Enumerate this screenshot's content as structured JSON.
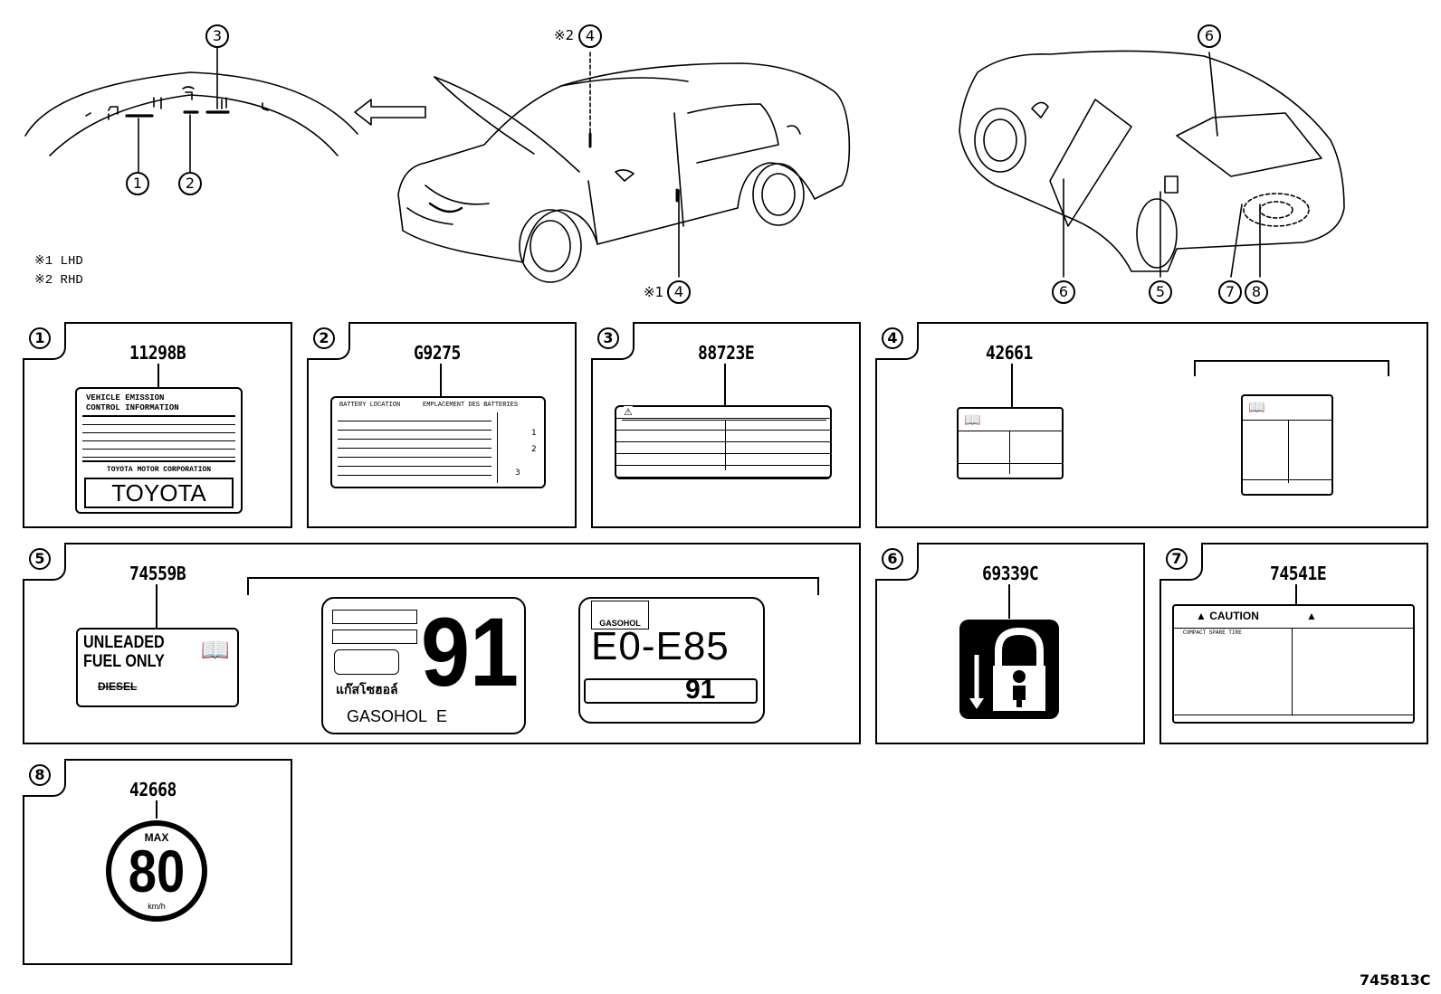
{
  "diagram_id": "745813C",
  "legend": [
    {
      "mark": "※1",
      "text": "LHD"
    },
    {
      "mark": "※2",
      "text": "RHD"
    }
  ],
  "callouts": {
    "c1": "1",
    "c2": "2",
    "c3": "3",
    "c4_top": "4",
    "c4_top_note": "※2",
    "c4_bottom": "4",
    "c4_bottom_note": "※1",
    "c5": "5",
    "c6_top": "6",
    "c6_bottom": "6",
    "c7": "7",
    "c8": "8"
  },
  "panels": [
    {
      "index": "1",
      "part_number": "11298B",
      "label_lines": [
        "VEHICLE EMISSION",
        "CONTROL INFORMATION"
      ],
      "maker": "TOYOTA MOTOR CORPORATION",
      "brand": "TOYOTA"
    },
    {
      "index": "2",
      "part_number": "G9275",
      "header_left": "BATTERY LOCATION",
      "header_right": "EMPLACEMENT DES BATTERIES",
      "markers": [
        "1",
        "2",
        "3"
      ]
    },
    {
      "index": "3",
      "part_number": "88723E"
    },
    {
      "index": "4",
      "part_number": "42661"
    },
    {
      "index": "5",
      "part_number": "74559B",
      "fuel_lines": [
        "UNLEADED",
        "FUEL ONLY"
      ],
      "diesel_text": "DIESEL",
      "octane": "91",
      "thai_text": "แก๊สโซฮอล์",
      "gasohol": "GASOHOL",
      "e_label": "E",
      "gasohol_small": "GASOHOL",
      "ethanol_range": "E0-E85",
      "octane_small": "91"
    },
    {
      "index": "6",
      "part_number": "69339C"
    },
    {
      "index": "7",
      "part_number": "74541E",
      "caution": "CAUTION",
      "spare_text": "COMPACT SPARE TIRE"
    },
    {
      "index": "8",
      "part_number": "42668",
      "max_text": "MAX",
      "speed": "80",
      "unit": "km/h"
    }
  ]
}
